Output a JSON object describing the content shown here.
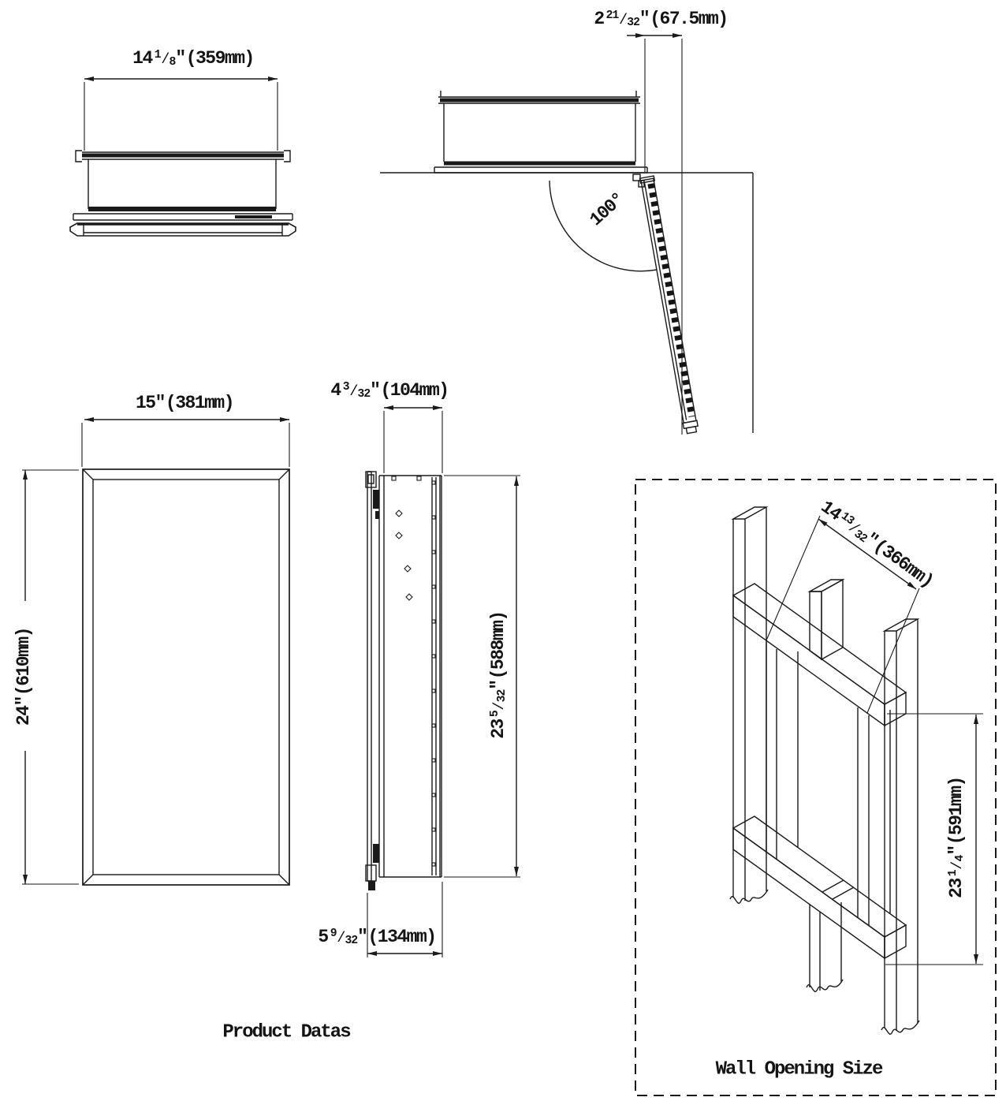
{
  "drawing": {
    "bg_color": "#ffffff",
    "line_color": "#1a1a1a",
    "labels": {
      "product_datas": "Product Datas",
      "wall_opening_size": "Wall Opening Size",
      "door_angle": "100°"
    },
    "dims": {
      "top_view_width": {
        "whole": "14",
        "num": "1",
        "den": "8",
        "slash": "⁄",
        "mark": "″",
        "metric": "(359mm)"
      },
      "door_protrusion": {
        "whole": "2",
        "num": "21",
        "den": "32",
        "slash": "⁄",
        "mark": "″",
        "metric": "(67.5mm)"
      },
      "front_width": {
        "whole": "15",
        "num": "",
        "den": "",
        "slash": "",
        "mark": "″",
        "metric": "(381mm)"
      },
      "front_height": {
        "whole": "24",
        "num": "",
        "den": "",
        "slash": "",
        "mark": "″",
        "metric": "(610mm)"
      },
      "body_depth": {
        "whole": "4",
        "num": "3",
        "den": "32",
        "slash": "⁄",
        "mark": "″",
        "metric": "(104mm)"
      },
      "body_height": {
        "whole": "23",
        "num": "5",
        "den": "32",
        "slash": "⁄",
        "mark": "″",
        "metric": "(588mm)"
      },
      "total_depth": {
        "whole": "5",
        "num": "9",
        "den": "32",
        "slash": "⁄",
        "mark": "″",
        "metric": "(134mm)"
      },
      "opening_width": {
        "whole": "14",
        "num": "13",
        "den": "32",
        "slash": "⁄",
        "mark": "″",
        "metric": "(366mm)"
      },
      "opening_height": {
        "whole": "23",
        "num": "1",
        "den": "4",
        "slash": "⁄",
        "mark": "″",
        "metric": "(591mm)"
      }
    }
  }
}
